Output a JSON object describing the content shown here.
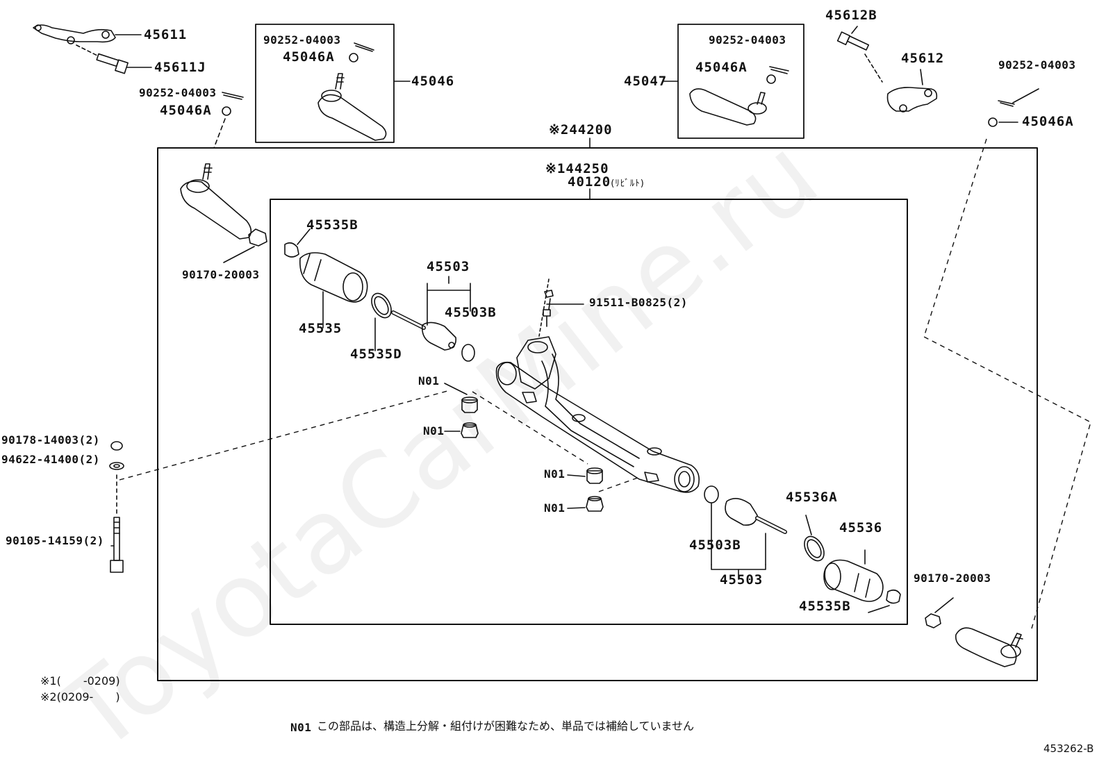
{
  "watermark": "ToyotaCarMine.ru",
  "footer_code": "453262-B",
  "note": {
    "code": "N01",
    "text": "この部品は、構造上分解・組付けが困難なため、単品では補給していません"
  },
  "legend": [
    "※1(　　-0209)",
    "※2(0209-　　)"
  ],
  "assembly_labels": {
    "outer": "※244200",
    "inner_1": "※144250",
    "inner_2": "40120",
    "inner_2_suffix": "(ﾘﾋﾞﾙﾄ)"
  },
  "parts": {
    "p45611": "45611",
    "p45611J": "45611J",
    "p90252_a": "90252-04003",
    "p45046A_a": "45046A",
    "p90252_b": "90252-04003",
    "p45046A_b": "45046A",
    "p45046": "45046",
    "p90252_c": "90252-04003",
    "p45046A_c": "45046A",
    "p45047": "45047",
    "p45612B": "45612B",
    "p45612": "45612",
    "p90252_d": "90252-04003",
    "p45046A_d": "45046A",
    "p90170_a": "90170-20003",
    "p45535B_a": "45535B",
    "p45535": "45535",
    "p45535D": "45535D",
    "p45503_a": "45503",
    "p45503B_a": "45503B",
    "p91511": "91511-B0825(2)",
    "n01_a": "N01",
    "n01_b": "N01",
    "n01_c": "N01",
    "n01_d": "N01",
    "p90178": "90178-14003(2)",
    "p94622": "94622-41400(2)",
    "p90105": "90105-14159(2)",
    "p45536A": "45536A",
    "p45536": "45536",
    "p45503B_b": "45503B",
    "p45503_b": "45503",
    "p45535B_b": "45535B",
    "p90170_b": "90170-20003"
  }
}
